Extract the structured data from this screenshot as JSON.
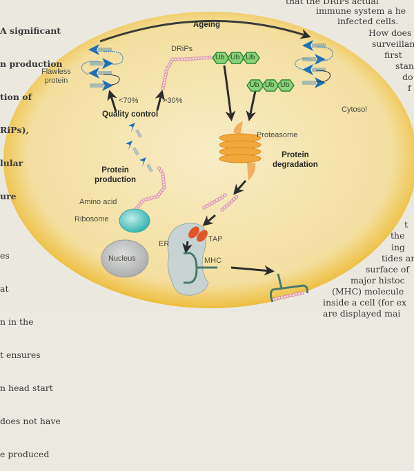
{
  "prose": {
    "left_top": [
      "A significant",
      "n production",
      "tion of",
      "RiPs),",
      "lular",
      "ure"
    ],
    "left_bottom": [
      "es",
      "at",
      "n in the",
      "t ensures",
      "n head start",
      "does not have",
      "e produced"
    ],
    "right_top": [
      "that the DRiPs actual",
      "immune system a he",
      "infected cells.",
      "How does",
      "surveillan",
      "first",
      "stan",
      "do",
      "f"
    ],
    "right_bottom": [
      "t",
      "the",
      "ing",
      "tides ar",
      "surface of",
      "major histoc",
      "(MHC) molecule",
      "inside a cell (for ex",
      "are displayed mai"
    ]
  },
  "diagram": {
    "labels": {
      "ageing": "Ageing",
      "drips": "DRiPs",
      "flawless_protein": "Flawless\nprotein",
      "lt70": "<70%",
      "gt30": ">30%",
      "quality_control": "Quality control",
      "cytosol": "Cytosol",
      "proteasome": "Proteasome",
      "protein_degradation": "Protein\ndegradation",
      "protein_production": "Protein\nproduction",
      "amino_acid": "Amino acid",
      "ribosome": "Ribosome",
      "nucleus": "Nucleus",
      "er": "ER",
      "tap": "TAP",
      "mhc": "MHC"
    },
    "ubiquitin_chain_1": [
      "Ub",
      "Ub",
      "Ub"
    ],
    "ubiquitin_chain_2": [
      "Ub",
      "Ub",
      "Ub"
    ],
    "colors": {
      "cell_fill": "#f6e3a8",
      "cell_rim": "#e8b418",
      "arrow_blue": "#1f6fb8",
      "arrow_dark": "#333333",
      "ub_green": "#8cd07a",
      "ub_stroke": "#2f8a3a",
      "bead": "#d98a9a",
      "ribosome": "#5cc8c4",
      "nucleus": "#c6c8c8",
      "proteasome": "#f0a43a",
      "tap": "#e0552a",
      "mhc": "#4a7a6a",
      "er": "#c9d4d4"
    }
  }
}
